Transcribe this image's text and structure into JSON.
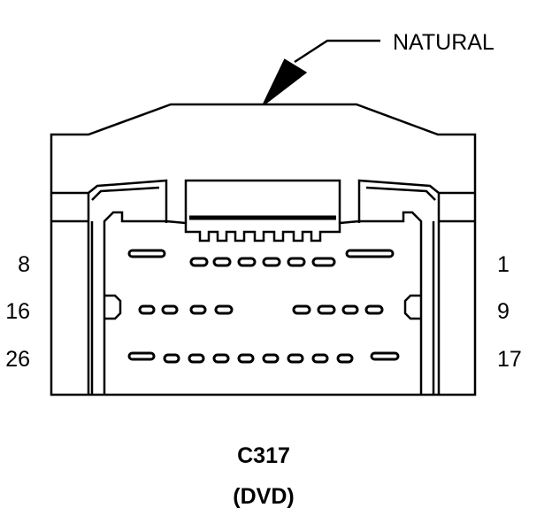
{
  "material_label": "NATURAL",
  "pin_labels": {
    "row1_left": "8",
    "row1_right": "1",
    "row2_left": "16",
    "row2_right": "9",
    "row3_left": "26",
    "row3_right": "17"
  },
  "connector_id": "C317",
  "connector_subtitle": "(DVD)"
}
